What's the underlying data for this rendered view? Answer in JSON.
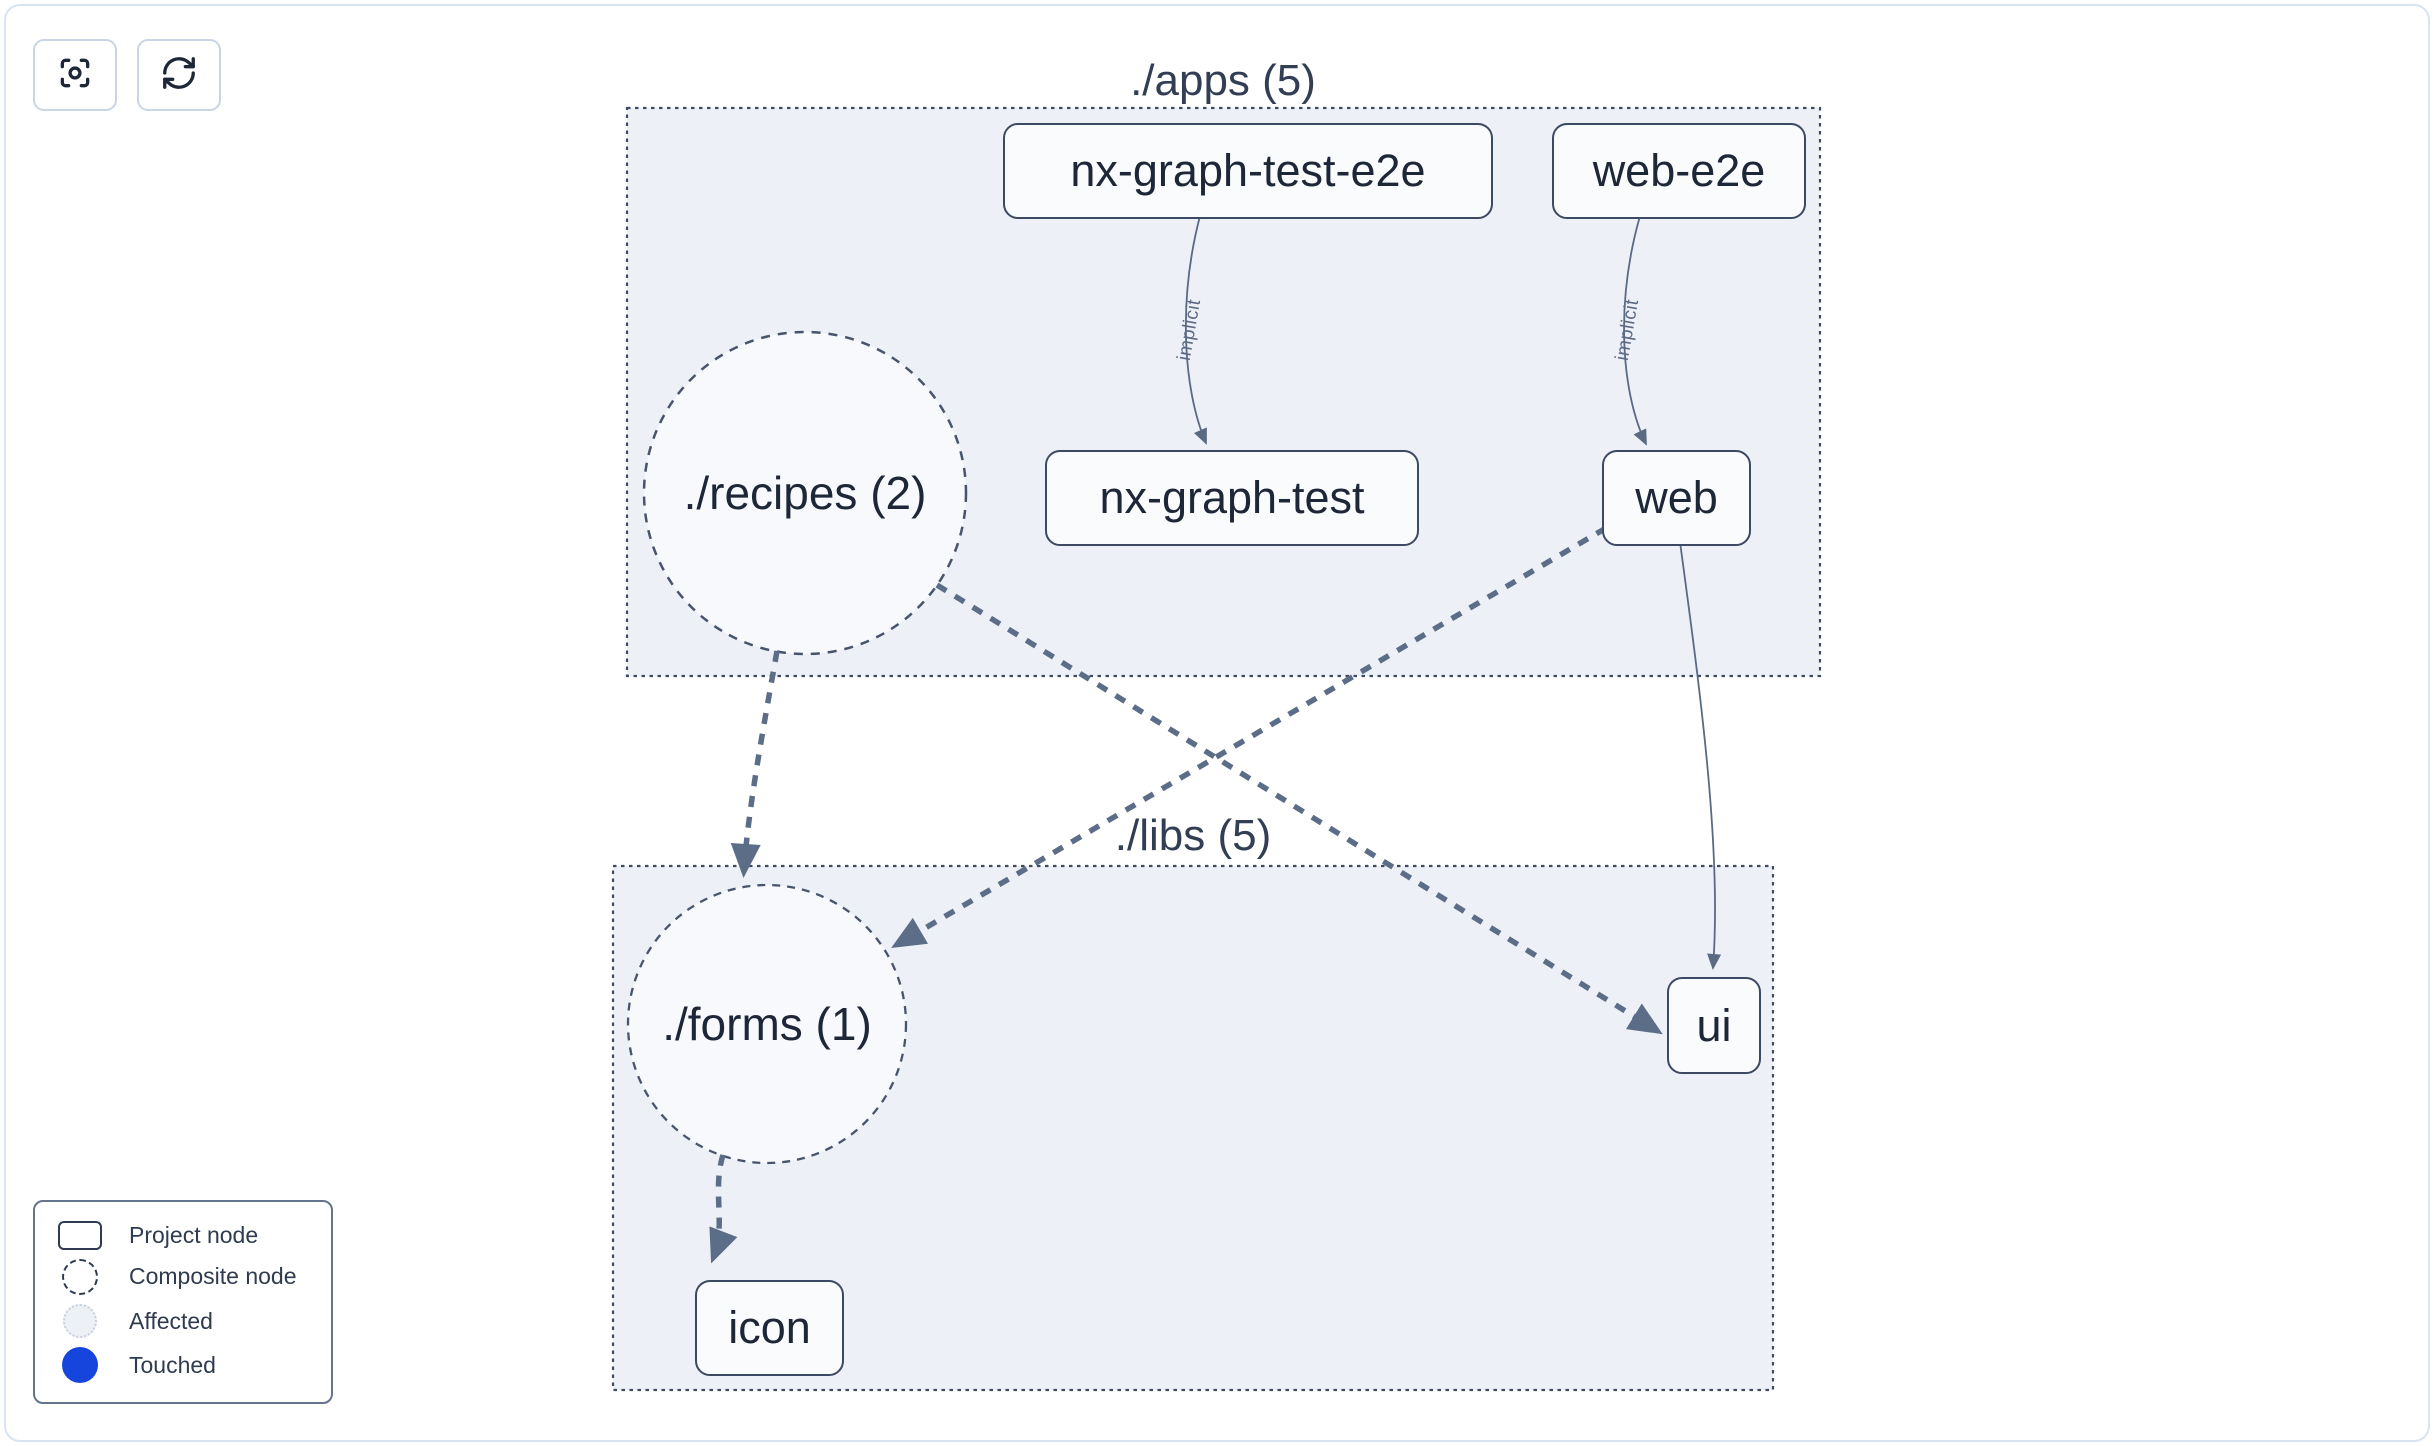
{
  "toolbar": {
    "buttons": [
      {
        "name": "focus",
        "icon": "focus-target-icon"
      },
      {
        "name": "refresh",
        "icon": "refresh-icon"
      }
    ]
  },
  "graph": {
    "clusters": {
      "apps": {
        "title": "./apps (5)"
      },
      "libs": {
        "title": "./libs (5)"
      }
    },
    "nodes": {
      "nx_graph_test_e2e": {
        "label": "nx-graph-test-e2e",
        "type": "project",
        "cluster": "./apps"
      },
      "web_e2e": {
        "label": "web-e2e",
        "type": "project",
        "cluster": "./apps"
      },
      "recipes": {
        "label": "./recipes (2)",
        "type": "composite",
        "cluster": "./apps"
      },
      "nx_graph_test": {
        "label": "nx-graph-test",
        "type": "project",
        "cluster": "./apps"
      },
      "web": {
        "label": "web",
        "type": "project",
        "cluster": "./apps"
      },
      "forms": {
        "label": "./forms (1)",
        "type": "composite",
        "cluster": "./libs"
      },
      "ui": {
        "label": "ui",
        "type": "project",
        "cluster": "./libs"
      },
      "icon": {
        "label": "icon",
        "type": "project",
        "cluster": "./libs"
      }
    },
    "edges": [
      {
        "source": "nx-graph-test-e2e",
        "target": "nx-graph-test",
        "label": "implicit",
        "style": "solid"
      },
      {
        "source": "web-e2e",
        "target": "web",
        "label": "implicit",
        "style": "solid"
      },
      {
        "source": "./recipes (2)",
        "target": "./forms (1)",
        "label": "",
        "style": "dashed"
      },
      {
        "source": "./recipes (2)",
        "target": "ui",
        "label": "",
        "style": "dashed"
      },
      {
        "source": "web",
        "target": "./forms (1)",
        "label": "",
        "style": "dashed"
      },
      {
        "source": "web",
        "target": "ui",
        "label": "",
        "style": "solid"
      },
      {
        "source": "./forms (1)",
        "target": "icon",
        "label": "",
        "style": "dashed"
      }
    ]
  },
  "legend": {
    "items": [
      {
        "label": "Project node",
        "swatch": "project-node"
      },
      {
        "label": "Composite node",
        "swatch": "composite-node"
      },
      {
        "label": "Affected",
        "swatch": "affected"
      },
      {
        "label": "Touched",
        "swatch": "touched"
      }
    ]
  },
  "colors": {
    "cluster_fill": "#edf1f7",
    "node_border": "#3c4962",
    "edge": "#5c6d87",
    "touched_blue": "#1545dc",
    "affected_fill": "#edf1f6"
  }
}
